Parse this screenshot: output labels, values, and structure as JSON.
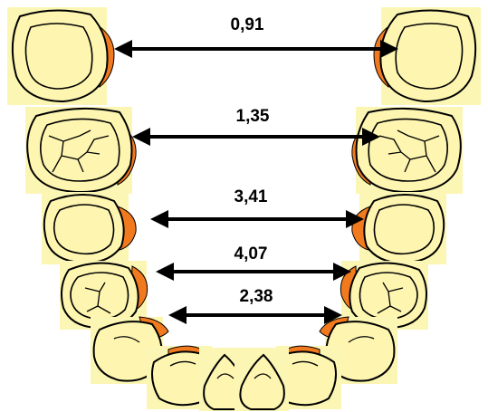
{
  "diagram": {
    "measurements": [
      {
        "label": "0,91"
      },
      {
        "label": "1,35"
      },
      {
        "label": "3,41"
      },
      {
        "label": "4,07"
      },
      {
        "label": "2,38"
      }
    ]
  },
  "colors": {
    "tooth_fill": "#fdf5b0",
    "tooth_highlight": "#fcf6b4",
    "gum_orange": "#f27a1e",
    "line": "#000000",
    "background": "#ffffff"
  }
}
